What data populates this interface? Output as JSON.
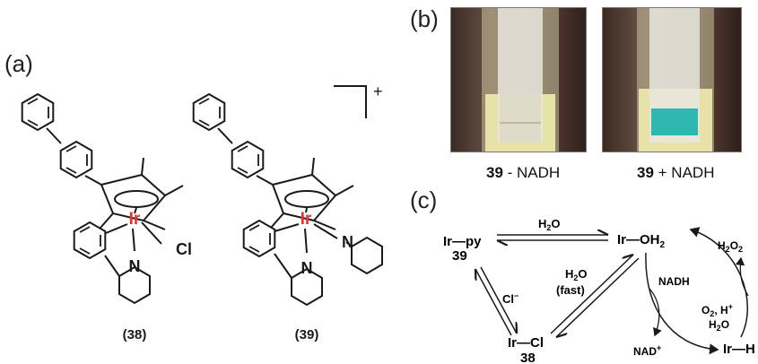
{
  "panels": {
    "a": "(a)",
    "b": "(b)",
    "c": "(c)"
  },
  "structures": {
    "s38": {
      "metal": "Ir",
      "ligand": "Cl",
      "n": "N",
      "label": "(38)"
    },
    "s39": {
      "metal": "Ir",
      "n1": "N",
      "n2": "N",
      "label": "(39)",
      "charge": "+"
    }
  },
  "photos": {
    "left": {
      "compound": "39",
      "caption": " - NADH"
    },
    "right": {
      "compound": "39",
      "caption": " + NADH"
    }
  },
  "scheme": {
    "ir_py": "Ir—py",
    "ir_py_num": "39",
    "ir_oh2": "Ir—OH",
    "ir_oh2_sub": "2",
    "ir_cl": "Ir—Cl",
    "ir_cl_num": "38",
    "ir_h": "Ir—H",
    "h2o_top": "H",
    "h2o_top_sub": "2",
    "h2o_top_end": "O",
    "cl_minus": "Cl",
    "cl_minus_sup": "−",
    "h2o_fast": "H",
    "h2o_fast_sub": "2",
    "h2o_fast_end": "O",
    "fast": "(fast)",
    "nadh": "NADH",
    "nad_plus": "NAD",
    "nad_plus_sup": "+",
    "h2o2": "H",
    "h2o2_sub1": "2",
    "h2o2_mid": "O",
    "h2o2_sub2": "2",
    "o2": "O",
    "o2_sub": "2",
    "o2_rest": ", H",
    "o2_sup": "+",
    "h2o_side": "H",
    "h2o_side_sub": "2",
    "h2o_side_end": "O"
  },
  "colors": {
    "iridium": "#e8322e",
    "teal": "#2fb8b0",
    "liquid": "#e6e2a8"
  }
}
